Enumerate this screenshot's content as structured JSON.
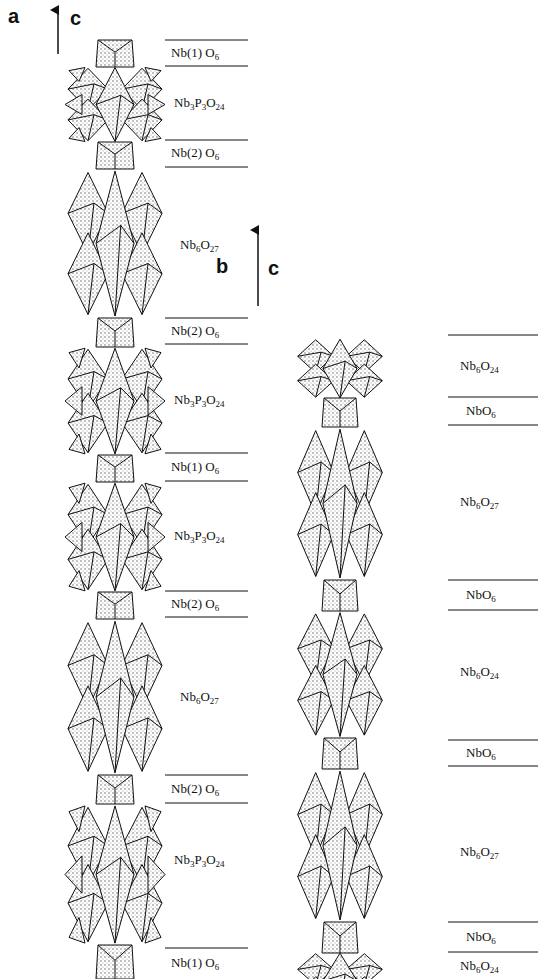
{
  "diagram": {
    "labels": [
      "a",
      "c",
      "Nb(1) O6",
      "Nb3P3O24",
      "Nb(2) O6",
      "Nb6O27",
      "Nb(2) O6",
      "Nb3P3O24",
      "Nb(1) O6",
      "Nb3P3O24",
      "Nb(2) O6",
      "Nb6O27",
      "Nb(2) O6",
      "Nb3P3O24",
      "Nb(1) O6",
      "b",
      "c",
      "Nb6O24",
      "NbO6",
      "Nb6O27",
      "NbO6",
      "Nb6O24",
      "NbO6",
      "Nb6O27",
      "NbO6",
      "Nb6O24"
    ]
  }
}
